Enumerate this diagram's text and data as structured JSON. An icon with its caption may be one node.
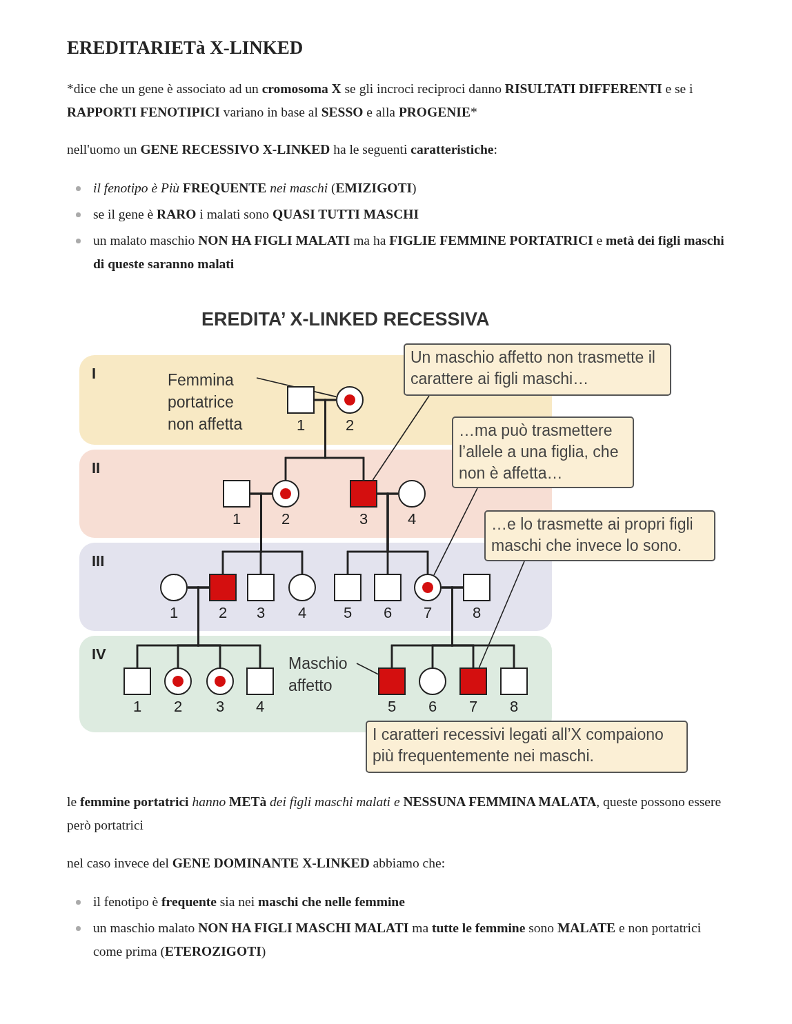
{
  "diagram": {
    "title": "EREDITARIETà X-LINKED",
    "nodes": [
      {
        "text": [
          "I"
        ]
      },
      {
        "text": [],
        "shape": "box",
        "in": 0,
        "beside": [
          "1"
        ]
      },
      {
        "text": [],
        "shape": "circle",
        "in": 0,
        "beside": [
          "2"
        ]
      },
      {
        "text": [
          "II"
        ]
      },
      {
        "text": [],
        "shape": "box",
        "in": 3,
        "beside": [
          "1"
        ]
      },
      {
        "text": [],
        "shape": "circle",
        "in": 3,
        "beside": [
          "2"
        ]
      },
      {
        "text": [],
        "shape": "box",
        "in": 3,
        "beside": [
          "3"
        ]
      },
      {
        "text": [],
        "shape": "circle",
        "in": 3,
        "beside": [
          "4"
        ]
      },
      {
        "text": [
          "III"
        ]
      },
      {
        "text": [],
        "shape": "circle",
        "in": 8,
        "beside": [
          "1"
        ]
      },
      {
        "text": [],
        "shape": "box",
        "in": 8,
        "beside": [
          "2"
        ]
      },
      {
        "text": [],
        "shape": "box",
        "in": 8,
        "beside": [
          "3"
        ]
      },
      {
        "text": [],
        "shape": "circle",
        "in": 8,
        "beside": [
          "4"
        ]
      },
      {
        "text": [],
        "shape": "box",
        "in": 8,
        "beside": [
          "5"
        ]
      },
      {
        "text": [],
        "shape": "box",
        "in": 8,
        "beside": [
          "6"
        ]
      },
      {
        "text": [],
        "shape": "circle",
        "in": 8,
        "beside": [
          "7"
        ]
      },
      {
        "text": [],
        "shape": "box",
        "in": 8,
        "beside": [
          "8"
        ]
      },
      {
        "text": [
          "IV"
        ]
      },
      {
        "text": [],
        "shape": "box",
        "in": 17,
        "beside": [
          "1"
        ]
      },
      {
        "text": [],
        "shape": "circle",
        "in": 17,
        "beside": [
          "2"
        ]
      },
      {
        "text": [],
        "shape": "circle",
        "in": 17,
        "beside": [
          "3"
        ]
      },
      {
        "text": [],
        "shape": "box",
        "in": 17,
        "beside": [
          "4"
        ]
      },
      {
        "text": [],
        "shape": "box",
        "in": 17,
        "beside": [
          "5"
        ]
      },
      {
        "text": [],
        "shape": "circle",
        "in": 17,
        "beside": [
          "6"
        ]
      },
      {
        "text": [],
        "shape": "box",
        "in": 17,
        "beside": [
          "7"
        ]
      },
      {
        "text": [],
        "shape": "box",
        "in": 17,
        "beside": [
          "8"
        ]
      },
      {
        "text": [
          "Femmina portatrice non affetta"
        ],
        "in": 0
      },
      {
        "text": [
          "Un maschio affetto non trasmette il carattere ai figli maschi…"
        ]
      },
      {
        "text": [
          "…ma può trasmettere l’allele a una figlia, che non è affetta…"
        ]
      },
      {
        "text": [
          "…e lo trasmette ai propri figli maschi che invece lo sono."
        ]
      },
      {
        "text": [
          "Maschio affetto"
        ],
        "in": 17
      },
      {
        "text": [
          "I caratteri recessivi legati all’X compaiono più frequentemente nei maschi."
        ]
      }
    ],
    "edges": [
      {
        "from": 1,
        "to": 2,
        "arrow": "none"
      },
      {
        "from": 1,
        "to": 5,
        "arrow": "none"
      },
      {
        "from": 1,
        "to": 6,
        "arrow": "none"
      },
      {
        "from": 2,
        "to": 5,
        "arrow": "none"
      },
      {
        "from": 2,
        "to": 6,
        "arrow": "none"
      },
      {
        "from": 4,
        "to": 5,
        "arrow": "none"
      },
      {
        "from": 4,
        "to": 10,
        "arrow": "none"
      },
      {
        "from": 4,
        "to": 11,
        "arrow": "none"
      },
      {
        "from": 4,
        "to": 12,
        "arrow": "none"
      },
      {
        "from": 5,
        "to": 10,
        "arrow": "none"
      },
      {
        "from": 5,
        "to": 11,
        "arrow": "none"
      },
      {
        "from": 5,
        "to": 12,
        "arrow": "none"
      },
      {
        "from": 6,
        "to": 7,
        "arrow": "none"
      },
      {
        "from": 6,
        "to": 13,
        "arrow": "none"
      },
      {
        "from": 6,
        "to": 14,
        "arrow": "none"
      },
      {
        "from": 6,
        "to": 15,
        "arrow": "none"
      },
      {
        "from": 7,
        "to": 13,
        "arrow": "none"
      },
      {
        "from": 7,
        "to": 14,
        "arrow": "none"
      },
      {
        "from": 7,
        "to": 15,
        "arrow": "none"
      },
      {
        "from": 9,
        "to": 10,
        "arrow": "none"
      },
      {
        "from": 9,
        "to": 18,
        "arrow": "none"
      },
      {
        "from": 9,
        "to": 19,
        "arrow": "none"
      },
      {
        "from": 9,
        "to": 20,
        "arrow": "none"
      },
      {
        "from": 9,
        "to": 21,
        "arrow": "none"
      },
      {
        "from": 10,
        "to": 18,
        "arrow": "none"
      },
      {
        "from": 10,
        "to": 19,
        "arrow": "none"
      },
      {
        "from": 10,
        "to": 20,
        "arrow": "none"
      },
      {
        "from": 10,
        "to": 21,
        "arrow": "none"
      },
      {
        "from": 15,
        "to": 16,
        "arrow": "none"
      },
      {
        "from": 15,
        "to": 22,
        "arrow": "none"
      },
      {
        "from": 15,
        "to": 23,
        "arrow": "none"
      },
      {
        "from": 15,
        "to": 24,
        "arrow": "none"
      },
      {
        "from": 15,
        "to": 25,
        "arrow": "none"
      },
      {
        "from": 16,
        "to": 22,
        "arrow": "none"
      },
      {
        "from": 16,
        "to": 23,
        "arrow": "none"
      },
      {
        "from": 16,
        "to": 24,
        "arrow": "none"
      },
      {
        "from": 16,
        "to": 25,
        "arrow": "none"
      },
      {
        "from": 26,
        "to": 2,
        "arrow": "none"
      },
      {
        "from": 27,
        "to": 6,
        "arrow": "none"
      },
      {
        "from": 28,
        "to": 15,
        "arrow": "none"
      },
      {
        "from": 29,
        "to": 24,
        "arrow": "none"
      },
      {
        "from": 30,
        "to": 22,
        "arrow": "none"
      }
    ],
    "labels": [
      "*dice che un gene è associato ad un **cromosoma X** se gli incroci reciproci danno **RISULTATI DIFFERENTI** e se i **RAPPORTI FENOTIPICI** variano in base al **SESSO** e alla **PROGENIE***",
      "nell'uomo un **GENE RECESSIVO X-LINKED** ha le seguenti **caratteristiche**:",
      "*il fenotipo è Più* **FREQUENTE** *nei maschi* (**EMIZIGOTI**)",
      "se il gene è **RARO** i malati sono **QUASI TUTTI MASCHI**",
      "un malato maschio **NON HA FIGLI MALATI** ma ha **FIGLIE FEMMINE PORTATRICI** e **metà dei figli maschi di queste saranno malati**",
      "EREDITA’ X-LINKED RECESSIVA",
      "le **femmine portatrici** *hanno* **METà** *dei figli maschi malati e* **NESSUNA FEMMINA MALATA**, queste possono essere però portatrici",
      "nel caso invece del **GENE DOMINANTE X-LINKED** abbiamo che:",
      "il fenotipo è **frequente** sia nei **maschi che nelle femmine**",
      "un maschio malato **NON HA FIGLI MASCHI MALATI** ma **tutte le femmine** sono **MALATE** e non portatrici come prima (**ETEROZIGOTI**)"
    ]
  }
}
